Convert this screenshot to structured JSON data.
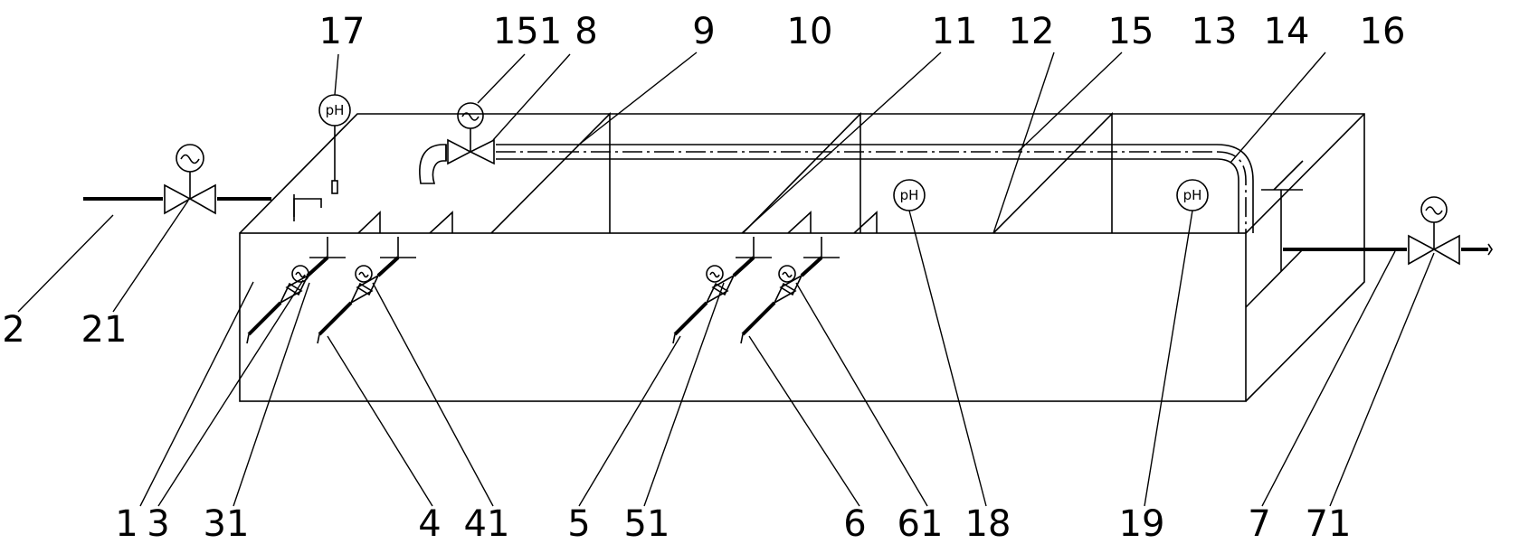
{
  "diagram": {
    "gauge_text": "pH",
    "labels": {
      "n1": "1",
      "n2": "2",
      "n3": "3",
      "n4": "4",
      "n5": "5",
      "n6": "6",
      "n7": "7",
      "n8": "8",
      "n9": "9",
      "n10": "10",
      "n11": "11",
      "n12": "12",
      "n13": "13",
      "n14": "14",
      "n15": "15",
      "n16": "16",
      "n17": "17",
      "n18": "18",
      "n19": "19",
      "n21": "21",
      "n31": "31",
      "n41": "41",
      "n51": "51",
      "n61": "61",
      "n71": "71",
      "n151": "151"
    }
  }
}
